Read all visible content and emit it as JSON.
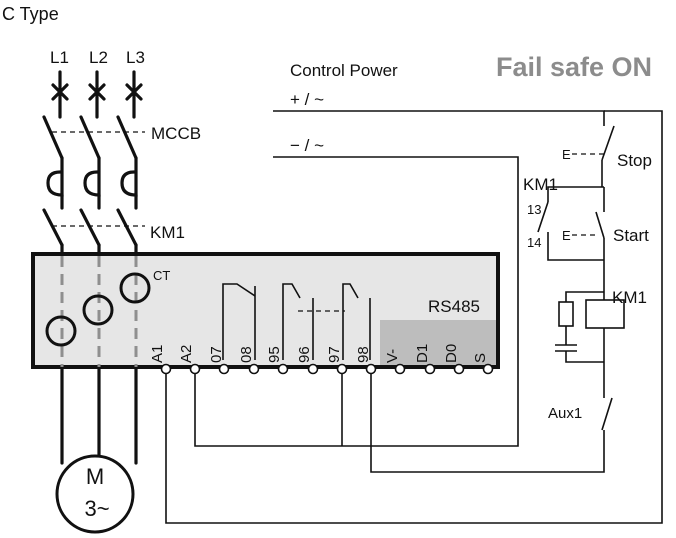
{
  "title": "C Type",
  "status": {
    "text": "Fail safe ON",
    "color": "#8c8c8c"
  },
  "phases": [
    "L1",
    "L2",
    "L3"
  ],
  "breaker": "MCCB",
  "contactor": "KM1",
  "ct_label": "CT",
  "control_power": {
    "label": "Control Power",
    "plus": "+ / ~",
    "minus": "− / ~"
  },
  "comm_label": "RS485",
  "terminals": [
    "A1",
    "A2",
    "07",
    "08",
    "95",
    "96",
    "97",
    "98",
    "V-",
    "D1",
    "D0",
    "S"
  ],
  "control_circuit": {
    "stop": "Stop",
    "start": "Start",
    "km1_contact": "KM1",
    "km1_coil": "KM1",
    "aux": "Aux1",
    "contact_13": "13",
    "contact_14": "14",
    "e_mark": "E"
  },
  "motor": {
    "letter": "M",
    "phase": "3~"
  },
  "colors": {
    "line": "#111111",
    "panel": "#e6e6e6",
    "comm_panel": "#bdbdbd",
    "ct_path": "#8f8f8f"
  }
}
